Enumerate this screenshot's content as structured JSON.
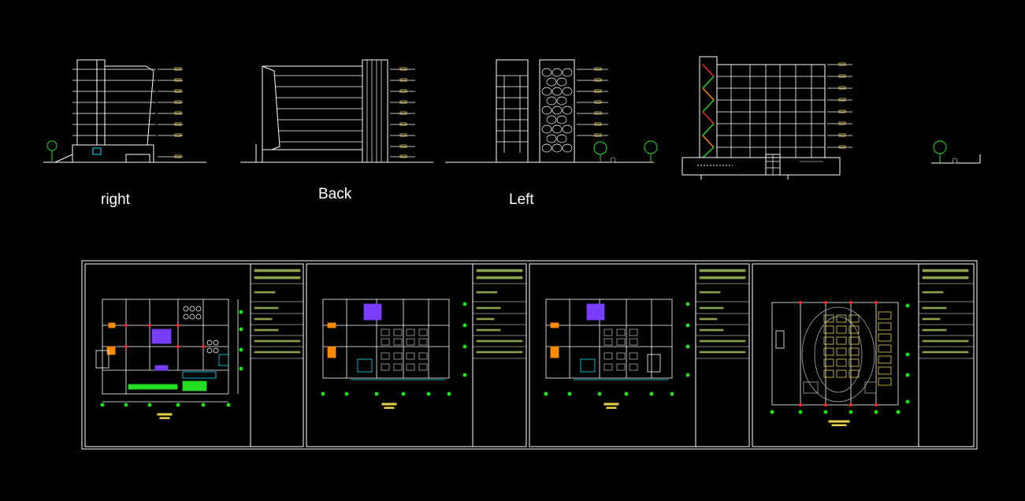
{
  "elevations": {
    "right_label": "right",
    "back_label": "Back",
    "left_label": "Left"
  },
  "sheets": [
    {
      "id": "sheet-1"
    },
    {
      "id": "sheet-2"
    },
    {
      "id": "sheet-3"
    },
    {
      "id": "sheet-4"
    }
  ],
  "colors": {
    "background": "#000000",
    "line": "#ffffff",
    "cyan": "#00e5ff",
    "green": "#22dd22",
    "red": "#ff2a2a",
    "yellow": "#e8d24a",
    "purple": "#7a3cff",
    "orange": "#ff8a00",
    "title_green": "#8aa34a"
  }
}
